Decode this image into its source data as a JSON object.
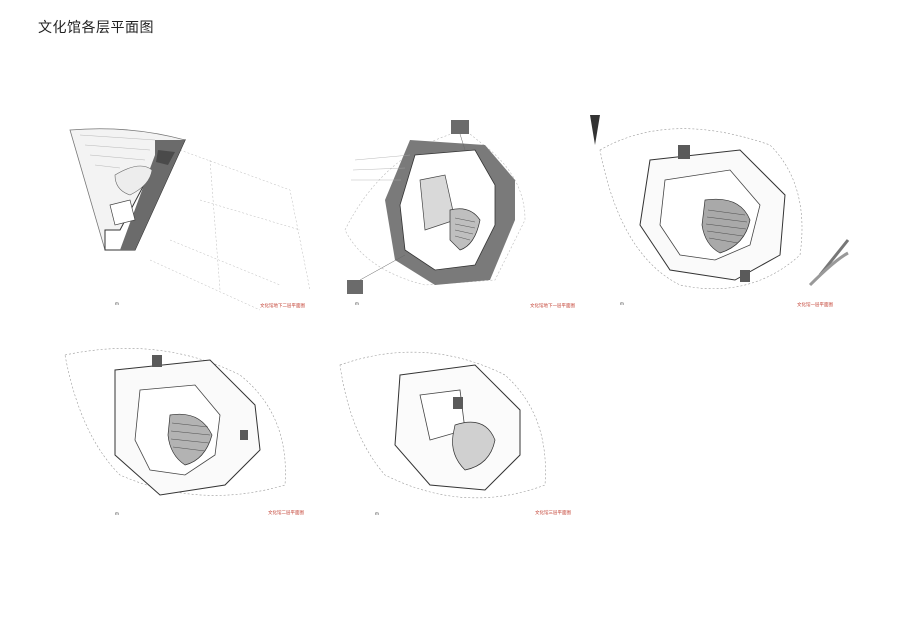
{
  "sheet_title": "文化馆各层平面图",
  "plans": [
    {
      "id": "b2",
      "label": "文化馆地下二层平面图"
    },
    {
      "id": "b1",
      "label": "文化馆地下一层平面图"
    },
    {
      "id": "f1",
      "label": "文化馆一层平面图"
    },
    {
      "id": "f2",
      "label": "文化馆二层平面图"
    },
    {
      "id": "f3",
      "label": "文化馆三层平面图"
    }
  ],
  "colors": {
    "label": "#c0392b",
    "wall": "#4a4a4a",
    "dark": "#6b6b6b",
    "grey": "#cfcfcf",
    "line": "#999999"
  }
}
